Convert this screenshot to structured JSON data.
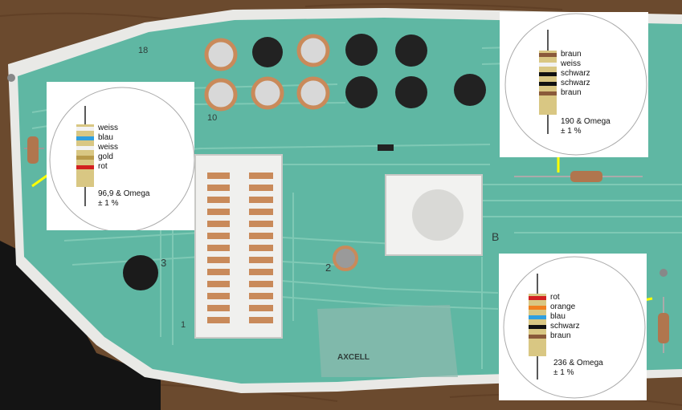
{
  "board": {
    "colors": {
      "pcb": "#5fb7a3",
      "copper": "#c98a5a",
      "wood": "#6b4a2e",
      "arrow": "#ffff00",
      "resistor_body": "#d9c783"
    },
    "silkscreen": {
      "n18": "18",
      "n10": "10",
      "n3": "3",
      "n2": "2",
      "n1": "1",
      "nB": "B",
      "brand": "AXCELL"
    }
  },
  "cards": [
    {
      "id": "left",
      "bands": [
        {
          "name": "weiss",
          "color": "#f2f2f2"
        },
        {
          "name": "blau",
          "color": "#2f9fe0"
        },
        {
          "name": "weiss",
          "color": "#f2f2f2"
        },
        {
          "name": "gold",
          "color": "#b89a4a"
        },
        {
          "name": "rot",
          "color": "#d22020"
        }
      ],
      "value": "96,9 & Omega",
      "tolerance": "± 1 %"
    },
    {
      "id": "top-right",
      "bands": [
        {
          "name": "braun",
          "color": "#8a5a3a"
        },
        {
          "name": "weiss",
          "color": "#f2f2f2"
        },
        {
          "name": "schwarz",
          "color": "#111111"
        },
        {
          "name": "schwarz",
          "color": "#111111"
        },
        {
          "name": "braun",
          "color": "#8a5a3a"
        }
      ],
      "value": "190 & Omega",
      "tolerance": "± 1 %"
    },
    {
      "id": "bottom-right",
      "bands": [
        {
          "name": "rot",
          "color": "#d22020"
        },
        {
          "name": "orange",
          "color": "#f08020"
        },
        {
          "name": "blau",
          "color": "#2f9fe0"
        },
        {
          "name": "schwarz",
          "color": "#111111"
        },
        {
          "name": "braun",
          "color": "#8a5a3a"
        }
      ],
      "value": "236 & Omega",
      "tolerance": "± 1 %"
    }
  ]
}
